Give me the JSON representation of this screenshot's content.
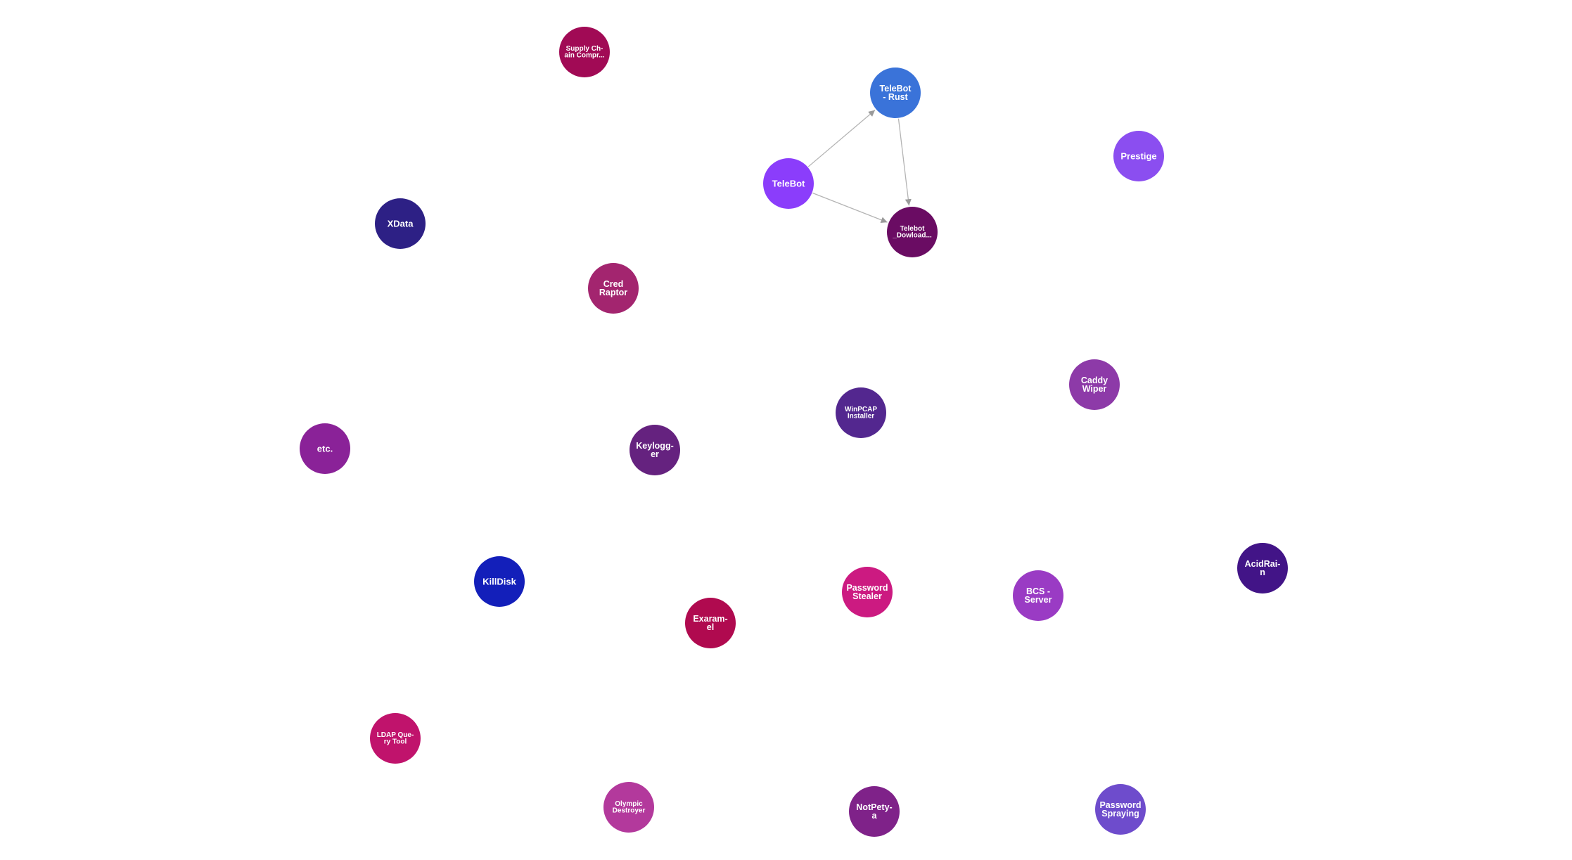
{
  "nodes": [
    {
      "id": "supply-chain",
      "lines": [
        "Supply Ch-",
        "ain Compr..."
      ],
      "color": "#a10a55"
    },
    {
      "id": "telebot-rust",
      "lines": [
        "TeleBot",
        "- Rust"
      ],
      "color": "#3a73d9"
    },
    {
      "id": "prestige",
      "lines": [
        "Prestige"
      ],
      "color": "#8b4ef0"
    },
    {
      "id": "telebot",
      "lines": [
        "TeleBot"
      ],
      "color": "#8b3dfb"
    },
    {
      "id": "telebot-downloader",
      "lines": [
        "Telebot",
        "_Dowload..."
      ],
      "color": "#6a0c63"
    },
    {
      "id": "xdata",
      "lines": [
        "XData"
      ],
      "color": "#2d2085"
    },
    {
      "id": "cred-raptor",
      "lines": [
        "Cred",
        "Raptor"
      ],
      "color": "#a3256f"
    },
    {
      "id": "caddy-wiper",
      "lines": [
        "Caddy",
        "Wiper"
      ],
      "color": "#8d3aa8"
    },
    {
      "id": "winpcap-installer",
      "lines": [
        "WinPCAP",
        "Installer"
      ],
      "color": "#53278f"
    },
    {
      "id": "etc",
      "lines": [
        "etc."
      ],
      "color": "#8a2298"
    },
    {
      "id": "keylogger",
      "lines": [
        "Keylogg-",
        "er"
      ],
      "color": "#65227f"
    },
    {
      "id": "acidrain",
      "lines": [
        "AcidRai-",
        "n"
      ],
      "color": "#421487"
    },
    {
      "id": "killdisk",
      "lines": [
        "KillDisk"
      ],
      "color": "#131fba"
    },
    {
      "id": "password-stealer",
      "lines": [
        "Password",
        "Stealer"
      ],
      "color": "#cc1a81"
    },
    {
      "id": "bcs-server",
      "lines": [
        "BCS -",
        "Server"
      ],
      "color": "#9a3bc4"
    },
    {
      "id": "exaramel",
      "lines": [
        "Exaram-",
        "el"
      ],
      "color": "#b00a4f"
    },
    {
      "id": "ldap-query-tool",
      "lines": [
        "LDAP Que-",
        "ry Tool"
      ],
      "color": "#c0136c"
    },
    {
      "id": "olympic-destroyer",
      "lines": [
        "Olympic",
        "Destroyer"
      ],
      "color": "#b3399c"
    },
    {
      "id": "notpetya",
      "lines": [
        "NotPety-",
        "a"
      ],
      "color": "#7f2289"
    },
    {
      "id": "password-spraying",
      "lines": [
        "Password",
        "Spraying"
      ],
      "color": "#6e4ccc"
    }
  ],
  "edges": [
    {
      "from": "telebot",
      "to": "telebot-rust"
    },
    {
      "from": "telebot",
      "to": "telebot-downloader"
    },
    {
      "from": "telebot-rust",
      "to": "telebot-downloader"
    }
  ],
  "colors": {
    "edge": "#b4b4b4",
    "label": "#ffffff",
    "background": "#ffffff"
  }
}
